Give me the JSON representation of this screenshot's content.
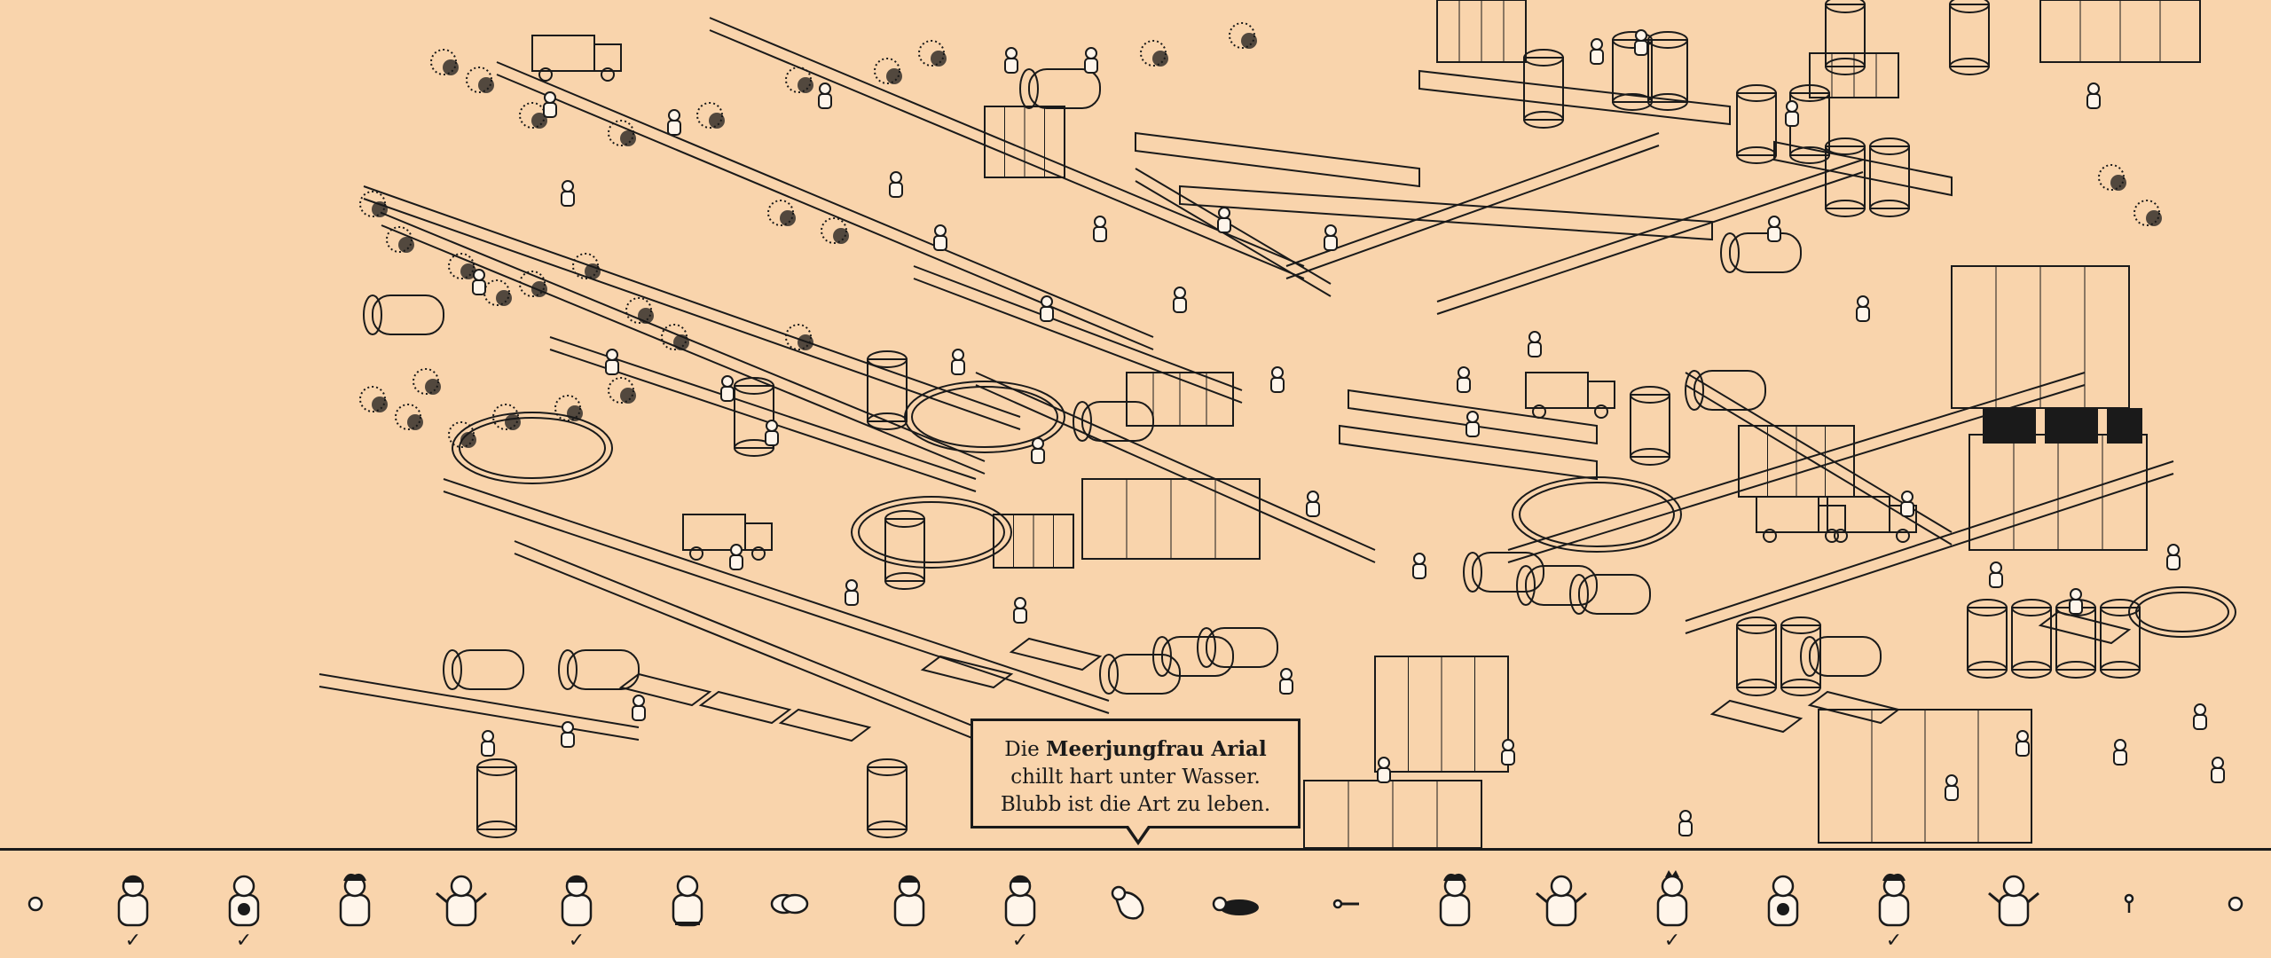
{
  "game": {
    "background_color": "#f9d4ac",
    "ink_color": "#1a1a1a"
  },
  "hint": {
    "prefix": "Die",
    "name": "Meerjungfrau Arial",
    "line2": "chillt hart unter Wasser.",
    "line3": "Blubb ist die Art zu leben."
  },
  "targets": [
    {
      "icon": "small-coin-icon",
      "found": false
    },
    {
      "icon": "hooded-person-icon",
      "found": true
    },
    {
      "icon": "round-face-person-icon",
      "found": true
    },
    {
      "icon": "curly-hair-person-icon",
      "found": false
    },
    {
      "icon": "arms-out-person-icon",
      "found": false
    },
    {
      "icon": "hat-person-icon",
      "found": true
    },
    {
      "icon": "sitting-person-icon",
      "found": false
    },
    {
      "icon": "knot-icon",
      "found": false
    },
    {
      "icon": "cap-person-icon",
      "found": false
    },
    {
      "icon": "cap-person-icon",
      "found": true
    },
    {
      "icon": "mermaid-icon",
      "found": false
    },
    {
      "icon": "lying-person-icon",
      "found": false
    },
    {
      "icon": "small-key-icon",
      "found": false
    },
    {
      "icon": "spiky-hair-person-icon",
      "found": false
    },
    {
      "icon": "waving-person-icon",
      "found": false
    },
    {
      "icon": "crowned-person-icon",
      "found": true
    },
    {
      "icon": "bottle-person-icon",
      "found": false
    },
    {
      "icon": "dancing-person-icon",
      "found": true
    },
    {
      "icon": "cheering-person-icon",
      "found": false
    },
    {
      "icon": "tiny-figure-icon",
      "found": false
    },
    {
      "icon": "small-coin-icon",
      "found": false
    }
  ],
  "check_glyph": "✓"
}
